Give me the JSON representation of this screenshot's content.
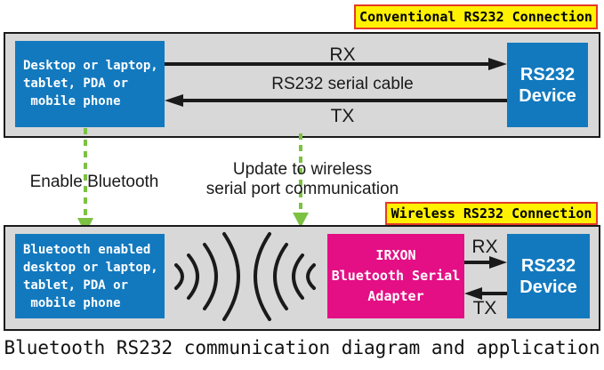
{
  "colors": {
    "device_blue": "#1279bf",
    "adapter_magenta": "#e40f85",
    "label_yellow": "#fff100",
    "label_border_red": "#e53a26",
    "arrow_green": "#7cc242",
    "panel_gray": "#d8d8d8",
    "line_black": "#1a1a1a"
  },
  "conventional_section": {
    "label": "Conventional RS232 Connection",
    "host_device": {
      "line1": "Desktop or laptop,",
      "line2": "tablet, PDA or",
      "line3": " mobile phone"
    },
    "rx_label": "RX",
    "cable_label": "RS232 serial cable",
    "tx_label": "TX",
    "rs232_device": {
      "line1": "RS232",
      "line2": "Device"
    }
  },
  "transition": {
    "enable_bluetooth_label": "Enable Bluetooth",
    "update_label_line1": "Update to wireless",
    "update_label_line2": "serial port communication"
  },
  "wireless_section": {
    "label": "Wireless RS232 Connection",
    "host_device": {
      "line1": "Bluetooth enabled",
      "line2": "desktop or laptop,",
      "line3": "tablet, PDA or",
      "line4": " mobile phone"
    },
    "adapter": {
      "line1": "IRXON",
      "line2": "Bluetooth Serial",
      "line3": "Adapter"
    },
    "rx_label": "RX",
    "tx_label": "TX",
    "rs232_device": {
      "line1": "RS232",
      "line2": "Device"
    }
  },
  "caption": "Bluetooth RS232 communication diagram and application"
}
